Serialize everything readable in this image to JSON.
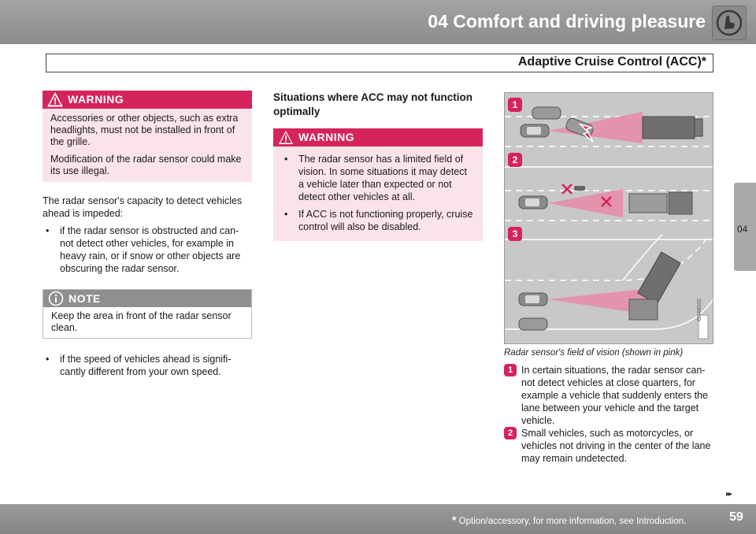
{
  "header": {
    "chapter_title": "04 Comfort and driving pleasure",
    "section_title": "Adaptive Cruise Control (ACC)*",
    "side_tab": "04"
  },
  "col1": {
    "warning": {
      "label": "WARNING",
      "p1": "Accessories or other objects, such as extra headlights, must not be installed in front of the grille.",
      "p2": "Modification of the radar sensor could make its use illegal."
    },
    "intro": "The radar sensor's capacity to detect vehicles ahead is impeded:",
    "bullet1": "if the radar sensor is obstructed and can-not detect other vehicles, for example in heavy rain, or if snow or other objects are obscuring the radar sensor.",
    "note": {
      "label": "NOTE",
      "text": "Keep the area in front of the radar sensor clean."
    },
    "bullet2": "if the speed of vehicles ahead is signifi-cantly different from your own speed."
  },
  "col2": {
    "heading": "Situations where ACC may not function optimally",
    "warning": {
      "label": "WARNING",
      "b1": "The radar sensor has a limited field of vision. In some situations it may detect a vehicle later than expected or not detect other vehicles at all.",
      "b2": "If ACC is not functioning properly, cruise control will also be disabled."
    }
  },
  "figure": {
    "markers": [
      "1",
      "2",
      "3"
    ],
    "code": "G044032",
    "caption": "Radar sensor's field of vision (shown in pink)"
  },
  "items": [
    {
      "num": "1",
      "text": "In certain situations, the radar sensor can-not detect vehicles at close quarters, for example a vehicle that suddenly enters the lane between your vehicle and the target vehicle."
    },
    {
      "num": "2",
      "text": "Small vehicles, such as motorcycles, or vehicles not driving in the center of the lane may remain undetected."
    }
  ],
  "footer": {
    "asterisk": "*",
    "text": "Option/accessory, for more information, see Introduction.",
    "page": "59",
    "next_arrows": "▸▸"
  },
  "colors": {
    "warning": "#d5245c",
    "warning_bg": "#fbe3ea",
    "radar_pink": "#e88aa6"
  }
}
